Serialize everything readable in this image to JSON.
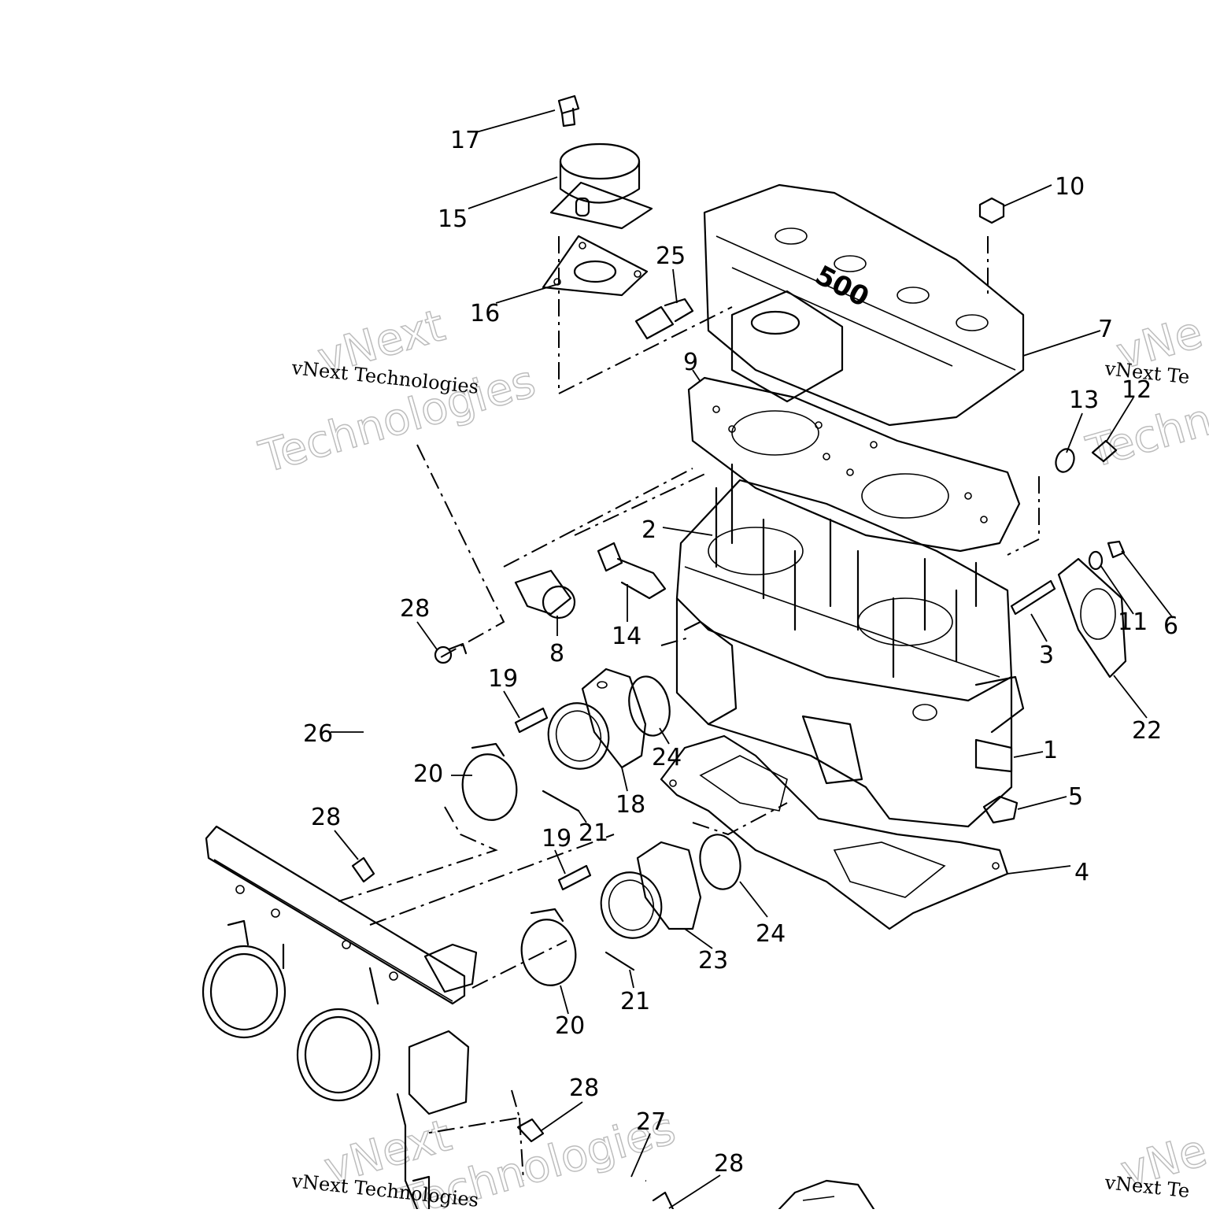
{
  "watermark": {
    "small": "vNext Technologies",
    "big_line1": "vNext",
    "big_line2": "Technologies",
    "edge_small": "vNext Te",
    "edge_big1": "vNe",
    "edge_big2": "Techno"
  },
  "engraving": "500",
  "callouts": [
    {
      "id": "c17",
      "label": "17"
    },
    {
      "id": "c15",
      "label": "15"
    },
    {
      "id": "c10",
      "label": "10"
    },
    {
      "id": "c25",
      "label": "25"
    },
    {
      "id": "c16",
      "label": "16"
    },
    {
      "id": "c7",
      "label": "7"
    },
    {
      "id": "c9",
      "label": "9"
    },
    {
      "id": "c13",
      "label": "13"
    },
    {
      "id": "c12",
      "label": "12"
    },
    {
      "id": "c2",
      "label": "2"
    },
    {
      "id": "c14",
      "label": "14"
    },
    {
      "id": "c8",
      "label": "8"
    },
    {
      "id": "c28a",
      "label": "28"
    },
    {
      "id": "c11",
      "label": "11"
    },
    {
      "id": "c6",
      "label": "6"
    },
    {
      "id": "c3",
      "label": "3"
    },
    {
      "id": "c22",
      "label": "22"
    },
    {
      "id": "c19a",
      "label": "19"
    },
    {
      "id": "c26",
      "label": "26"
    },
    {
      "id": "c24a",
      "label": "24"
    },
    {
      "id": "c1",
      "label": "1"
    },
    {
      "id": "c20a",
      "label": "20"
    },
    {
      "id": "c18",
      "label": "18"
    },
    {
      "id": "c5",
      "label": "5"
    },
    {
      "id": "c28b",
      "label": "28"
    },
    {
      "id": "c21a",
      "label": "21"
    },
    {
      "id": "c19b",
      "label": "19"
    },
    {
      "id": "c4",
      "label": "4"
    },
    {
      "id": "c24b",
      "label": "24"
    },
    {
      "id": "c23",
      "label": "23"
    },
    {
      "id": "c21b",
      "label": "21"
    },
    {
      "id": "c20b",
      "label": "20"
    },
    {
      "id": "c28c",
      "label": "28"
    },
    {
      "id": "c27",
      "label": "27"
    },
    {
      "id": "c28d",
      "label": "28"
    }
  ]
}
